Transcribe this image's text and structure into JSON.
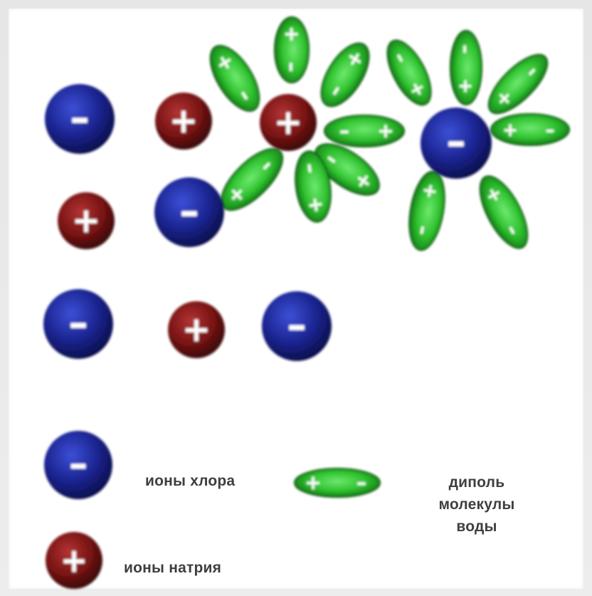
{
  "legend": {
    "chlorine_label": "ионы хлора",
    "sodium_label": "ионы натрия",
    "dipole_line1": "диполь",
    "dipole_line2": "молекулы",
    "dipole_line3": "воды"
  },
  "symbols": {
    "plus": "+",
    "minus": "–"
  },
  "colors": {
    "chlorine_ion": "#1b2490",
    "sodium_ion": "#7a1414",
    "water_dipole": "#2fc22f",
    "sign": "#ffffff",
    "label_text": "#3f3f3f"
  },
  "icons": {
    "chlorine": "blue-sphere-minus",
    "sodium": "dark-red-sphere-plus",
    "dipole": "green-ellipse-plus-minus"
  }
}
